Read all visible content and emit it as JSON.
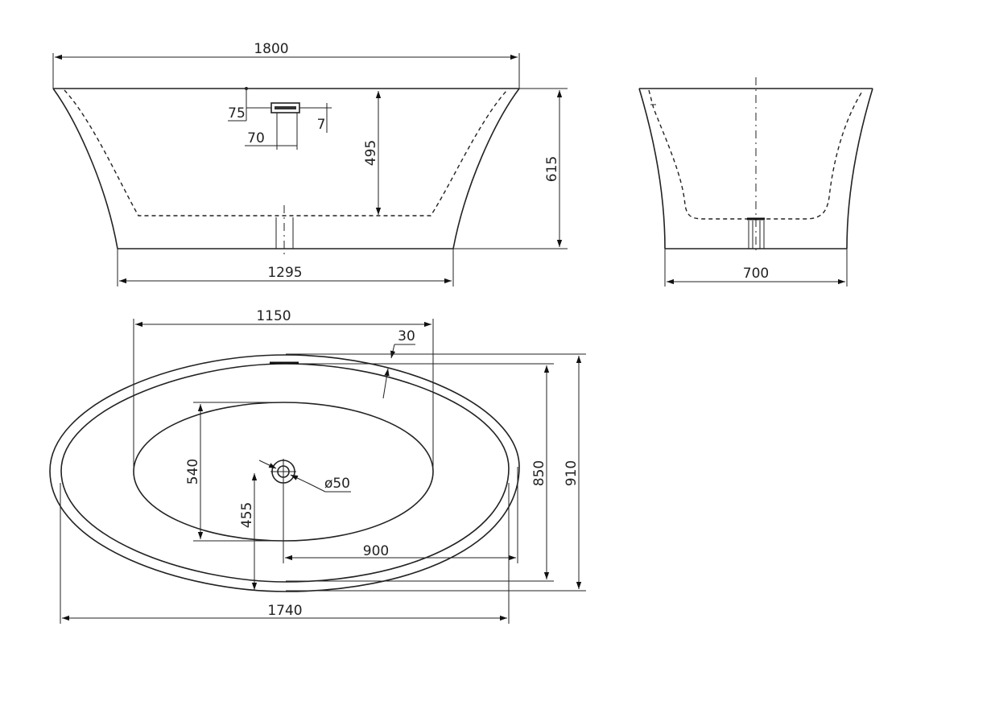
{
  "dimensions": {
    "front_length": "1800",
    "front_height_total": "615",
    "front_inner_depth": "495",
    "front_base_length": "1295",
    "overflow_height": "75",
    "overflow_width": "70",
    "overflow_offset": "7",
    "side_base_width": "700",
    "top_inner_length": "1150",
    "top_rim_width": "30",
    "top_inner_width": "540",
    "drain_diameter": "ø50",
    "drain_offset": "455",
    "drain_to_edge": "900",
    "top_length": "1740",
    "top_width_inner": "850",
    "top_width_outer": "910"
  }
}
